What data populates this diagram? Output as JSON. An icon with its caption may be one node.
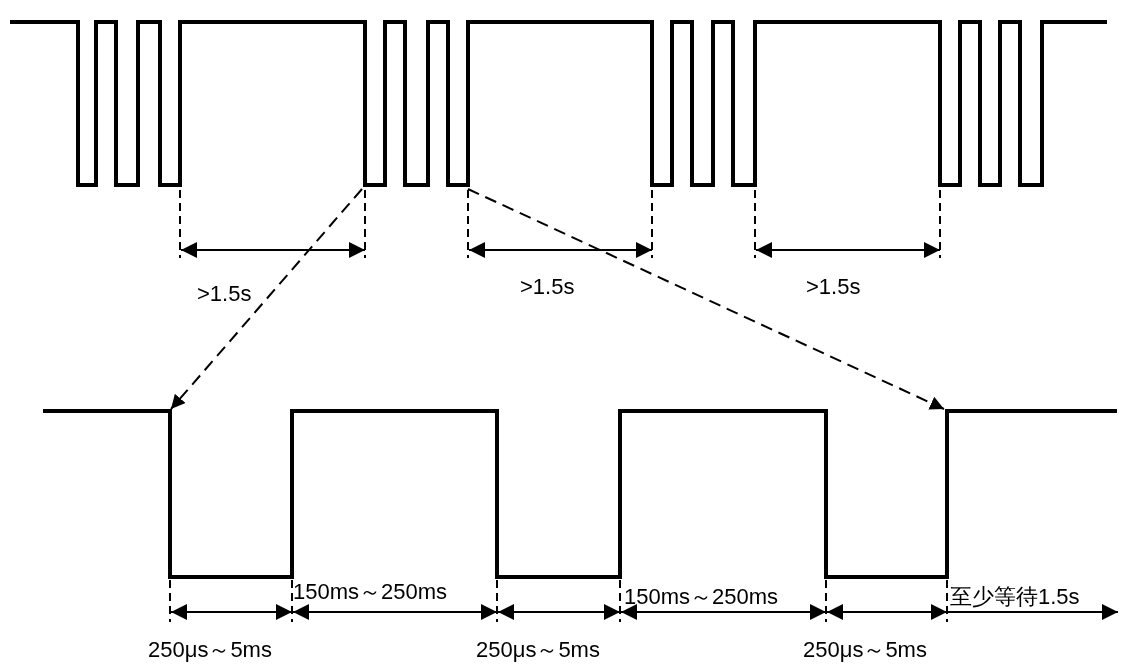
{
  "diagram": {
    "nodes": [
      {
        "text": [],
        "shape": "waveform"
      },
      {
        "text": [],
        "shape": "waveform"
      }
    ],
    "edges": [
      {
        "from": 0,
        "to": 1,
        "arrow": "to",
        "style": "dashed"
      },
      {
        "from": 0,
        "to": 1,
        "arrow": "to",
        "style": "dashed"
      }
    ],
    "labels": [
      ">1.5s",
      ">1.5s",
      ">1.5s",
      "150ms～250ms",
      "150ms～250ms",
      "至少等待1.5s",
      "250μs～5ms",
      "250μs～5ms",
      "250μs～5ms"
    ]
  }
}
